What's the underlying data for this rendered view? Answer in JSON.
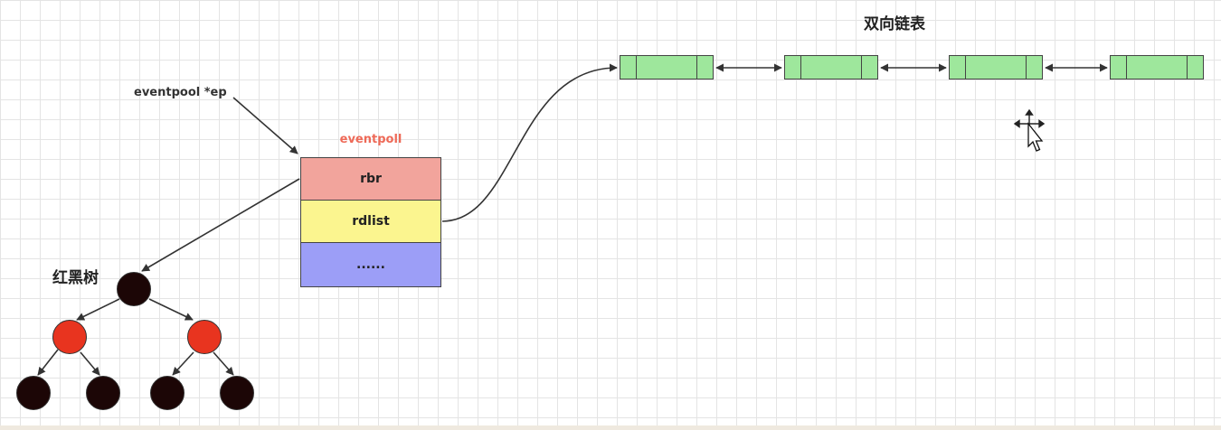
{
  "labels": {
    "pointer": "eventpool *ep",
    "struct_title": "eventpoll",
    "tree_title": "红黑树",
    "list_title": "双向链表"
  },
  "struct_fields": [
    {
      "name": "rbr",
      "color": "#f2a49c"
    },
    {
      "name": "rdlist",
      "color": "#fbf58f"
    },
    {
      "name": "......",
      "color": "#9c9ef7"
    }
  ],
  "colors": {
    "struct_title": "#ee6a58",
    "list_node": "#9ee79c",
    "tree_black": "#1c0606",
    "tree_red": "#e8341f",
    "grid": "#e4e4e4",
    "line": "#333333"
  },
  "list_nodes": [
    "node-1",
    "node-2",
    "node-3",
    "node-4"
  ],
  "tree_nodes": [
    {
      "id": "root",
      "color": "black"
    },
    {
      "id": "left",
      "color": "red"
    },
    {
      "id": "right",
      "color": "red"
    },
    {
      "id": "left-left",
      "color": "black"
    },
    {
      "id": "left-right",
      "color": "black"
    },
    {
      "id": "right-left",
      "color": "black"
    },
    {
      "id": "right-right",
      "color": "black"
    }
  ]
}
